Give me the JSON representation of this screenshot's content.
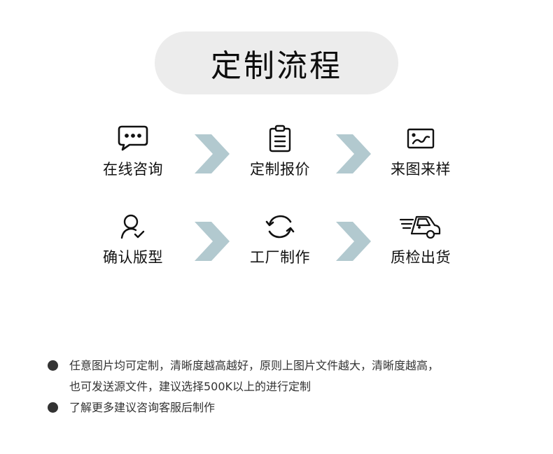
{
  "header": {
    "title": "定制流程"
  },
  "steps": [
    {
      "label": "在线咨询",
      "icon": "chat-bubble-icon"
    },
    {
      "label": "定制报价",
      "icon": "clipboard-icon"
    },
    {
      "label": "来图来样",
      "icon": "image-icon"
    },
    {
      "label": "确认版型",
      "icon": "user-check-icon"
    },
    {
      "label": "工厂制作",
      "icon": "refresh-cycle-icon"
    },
    {
      "label": "质检出货",
      "icon": "delivery-car-icon"
    }
  ],
  "colors": {
    "arrow": "#b2c9cf",
    "pill": "#ececec",
    "text": "#111111",
    "bullet": "#333333"
  },
  "notes": [
    {
      "lines": [
        "任意图片均可定制，清晰度越高越好，原则上图片文件越大，清晰度越高，",
        "也可发送源文件，建议选择500K以上的进行定制"
      ]
    },
    {
      "lines": [
        "了解更多建议咨询客服后制作"
      ]
    }
  ]
}
